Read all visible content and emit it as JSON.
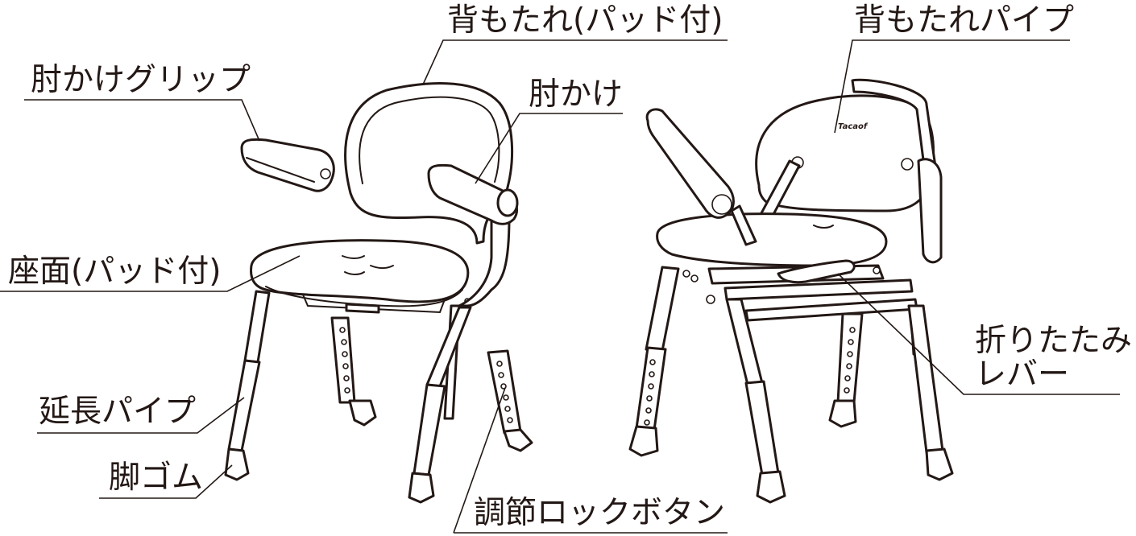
{
  "labels": {
    "backrest_pad": "背もたれ(パッド付)",
    "backrest_pipe": "背もたれパイプ",
    "armrest_grip": "肘かけグリップ",
    "armrest": "肘かけ",
    "seat_pad": "座面(パッド付)",
    "extension_pipe": "延長パイプ",
    "leg_rubber": "脚ゴム",
    "height_lock_button": "調節ロックボタン",
    "folding_lever_line1": "折りたたみ",
    "folding_lever_line2": "レバー"
  },
  "brand_logo": "Tacaof"
}
